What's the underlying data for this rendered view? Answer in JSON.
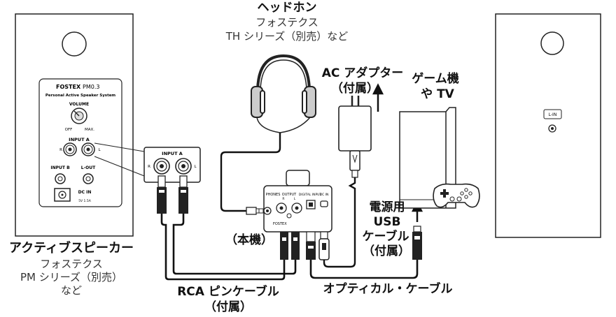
{
  "labels": {
    "headphones_title": "ヘッドホン",
    "headphones_sub1": "フォステクス",
    "headphones_sub2": "TH シリーズ（別売）など",
    "ac_adapter_1": "AC アダプター",
    "ac_adapter_2": "（付属）",
    "game_1": "ゲーム機",
    "game_2": "や TV",
    "usb_cable_1": "電源用",
    "usb_cable_2": "USB",
    "usb_cable_3": "ケーブル",
    "usb_cable_4": "（付属）",
    "main_unit": "（本機）",
    "speaker_title": "アクティブスピーカー",
    "speaker_sub1": "フォステクス",
    "speaker_sub2": "PM シリーズ（別売）",
    "speaker_sub3": "など",
    "rca_cable_1": "RCA ピンケーブル",
    "rca_cable_2": "（付属）",
    "optical_cable": "オプティカル・ケーブル"
  },
  "speaker_panel": {
    "brand": "FOSTEX",
    "model": "PM0.3",
    "subtitle": "Personal Active Speaker System",
    "volume": "VOLUME",
    "off": "OFF",
    "max": "MAX.",
    "input_a": "INPUT A",
    "r": "R",
    "l": "L",
    "input_b": "INPUT B",
    "l_out": "L-OUT",
    "dc_in": "DC IN",
    "dc_spec": "5V 1.5A"
  },
  "zoom_panel": {
    "input_a": "INPUT A",
    "r": "R",
    "l": "L"
  },
  "device_panel": {
    "phones": "PHONES",
    "output": "OUTPUT",
    "r": "R",
    "l": "L",
    "digital_input": "DIGITAL INPUT",
    "dc_in": "DC IN",
    "brand": "FOSTEX"
  },
  "right_speaker": {
    "l_in": "L-IN"
  }
}
